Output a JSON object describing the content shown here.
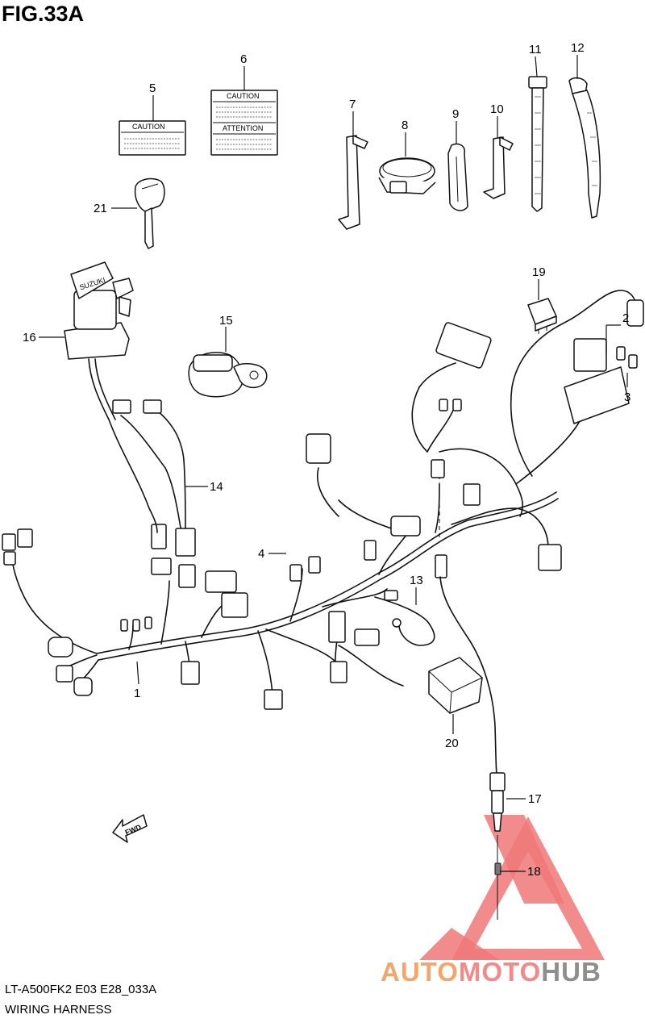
{
  "figure": {
    "title": "FIG.33A",
    "model_code": "LT-A500FK2 E03 E28_033A",
    "section_name": "WIRING HARNESS",
    "fwd_label": "FWD"
  },
  "labels": {
    "caution": "CAUTION",
    "attention": "ATTENTION",
    "brand": "SUZUKI"
  },
  "parts": [
    {
      "num": "1"
    },
    {
      "num": "2"
    },
    {
      "num": "3"
    },
    {
      "num": "4"
    },
    {
      "num": "5"
    },
    {
      "num": "6"
    },
    {
      "num": "7"
    },
    {
      "num": "8"
    },
    {
      "num": "9"
    },
    {
      "num": "10"
    },
    {
      "num": "11"
    },
    {
      "num": "12"
    },
    {
      "num": "13"
    },
    {
      "num": "14"
    },
    {
      "num": "15"
    },
    {
      "num": "16"
    },
    {
      "num": "17"
    },
    {
      "num": "18"
    },
    {
      "num": "19"
    },
    {
      "num": "20"
    },
    {
      "num": "21"
    }
  ],
  "watermark": {
    "part1": "AUTO",
    "part2": "MOTO",
    "part3": "HUB",
    "colors": {
      "auto": "#f4a66a",
      "moto": "#f28a8a",
      "hub": "#8e8e8e",
      "triangle": "#f07878"
    }
  }
}
